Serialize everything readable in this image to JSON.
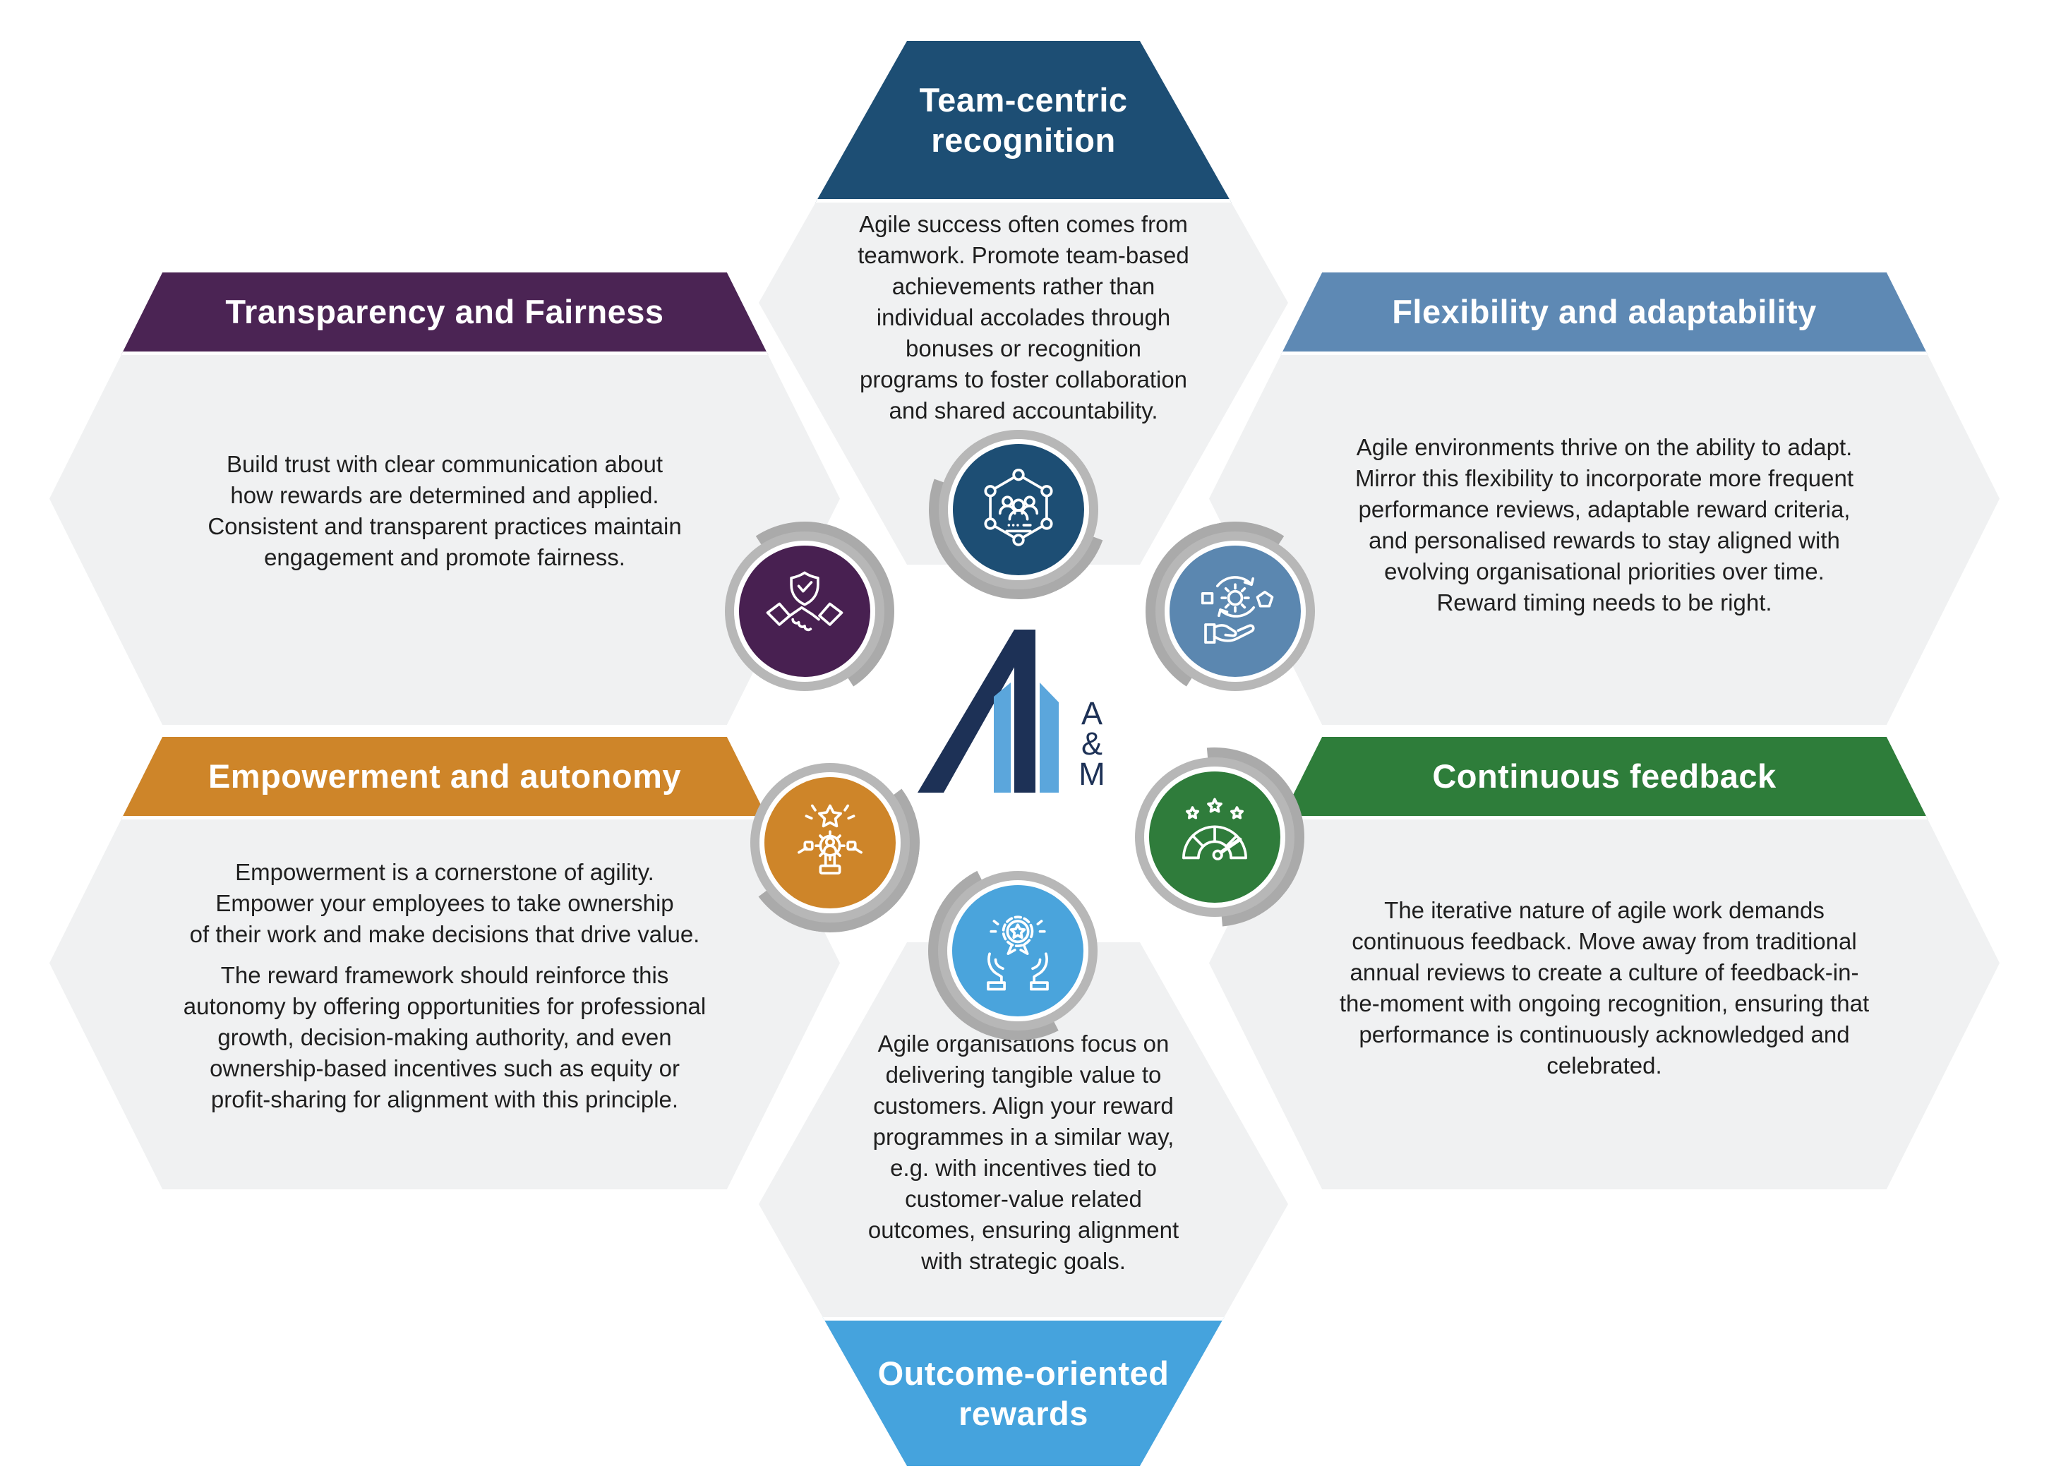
{
  "infographic": {
    "description": "Six hexagonal principles of agile reward design arranged around the A&M logo",
    "background": "#ffffff",
    "tile_body_color": "#f0f1f2",
    "ring_gray": "#b7b7b7",
    "center_logo": {
      "monogram": "A\n&\nM",
      "navy": "#1d3156",
      "light_blue": "#5ba6dc"
    },
    "tiles": [
      {
        "id": "team-centric-recognition",
        "position": "top-center",
        "accent": "#1d4e74",
        "title": "Team-centric\nrecognition",
        "body": "Agile success often comes from\nteamwork. Promote team-based\nachievements rather than\nindividual accolades through\nbonuses or recognition\nprograms to foster collaboration\nand shared accountability.",
        "icon": "team-network-icon"
      },
      {
        "id": "transparency-and-fairness",
        "position": "middle-left",
        "accent": "#4b2454",
        "title": "Transparency and Fairness",
        "body": "Build trust with clear communication about\nhow rewards are determined and applied.\nConsistent and transparent practices maintain\nengagement and promote fairness.",
        "icon": "shield-handshake-icon"
      },
      {
        "id": "flexibility-and-adaptability",
        "position": "middle-right",
        "accent": "#5e89b4",
        "title": "Flexibility and adaptability",
        "body": "Agile environments thrive on the ability to adapt.\nMirror this flexibility to incorporate more frequent\nperformance reviews, adaptable reward criteria,\nand personalised rewards to stay aligned with\nevolving organisational priorities over time.\nReward timing needs to be right.",
        "icon": "gear-in-hand-icon"
      },
      {
        "id": "empowerment-and-autonomy",
        "position": "bottom-left",
        "accent": "#ce8529",
        "title": "Empowerment and autonomy",
        "body": "Empowerment is a cornerstone of agility.\nEmpower your employees to take ownership\nof their work and make decisions that drive value.",
        "body2": "The reward framework should reinforce this\nautonomy by offering opportunities for professional\ngrowth, decision-making authority, and even\nownership-based incentives such as equity or\nprofit-sharing for alignment with this principle.",
        "icon": "star-achiever-icon"
      },
      {
        "id": "continuous-feedback",
        "position": "bottom-right",
        "accent": "#2e7d3a",
        "title": "Continuous feedback",
        "body": "The iterative nature of agile work demands\ncontinuous feedback. Move away from traditional\nannual reviews to create a culture of feedback-in-\nthe-moment with ongoing recognition, ensuring that\nperformance is continuously acknowledged and\ncelebrated.",
        "icon": "gauge-stars-icon"
      },
      {
        "id": "outcome-oriented-rewards",
        "position": "bottom-center",
        "accent": "#45a3dd",
        "title": "Outcome-oriented\nrewards",
        "body": "Agile organisations focus on\ndelivering tangible value to\ncustomers. Align your reward\nprogrammes in a similar way,\ne.g. with incentives tied to\ncustomer-value related\noutcomes, ensuring alignment\nwith strategic goals.",
        "icon": "hands-badge-icon"
      }
    ]
  }
}
